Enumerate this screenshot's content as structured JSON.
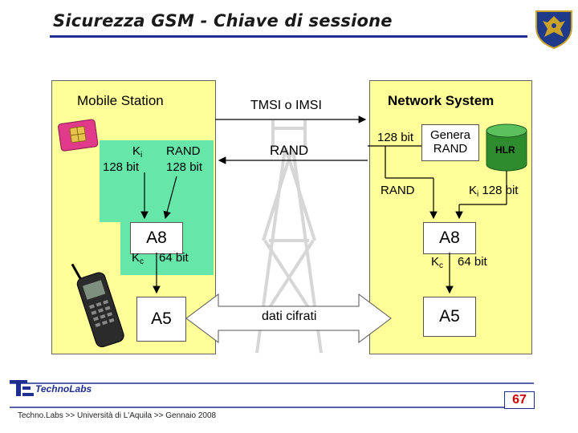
{
  "title": "Sicurezza GSM - Chiave di sessione",
  "mobile_station": {
    "label": "Mobile Station",
    "ki_label": "K",
    "ki_sub": "i",
    "ki_bits": "128 bit",
    "rand_label": "RAND",
    "rand_bits": "128 bit",
    "a8": "A8",
    "kc_label": "K",
    "kc_sub": "c",
    "kc_bits": "64 bit",
    "a5": "A5"
  },
  "network_system": {
    "label": "Network System",
    "genera": "Genera",
    "genera_rand": "RAND",
    "hlr": "HLR",
    "bits_128": "128 bit",
    "rand_label": "RAND",
    "ki_label": "K",
    "ki_sub": "i",
    "ki_bits": "128 bit",
    "a8": "A8",
    "kc_label": "K",
    "kc_sub": "c",
    "kc_bits": "64 bit",
    "a5": "A5"
  },
  "channel": {
    "tmsi": "TMSI o IMSI",
    "rand": "RAND",
    "dati": "dati cifrati"
  },
  "logo_text": "TechnoLabs",
  "footer": "Techno.Labs  >>  Università di L'Aquila  >>  Gennaio 2008",
  "page_number": "67",
  "colors": {
    "panel": "#ffff99",
    "green": "#66e6a8",
    "hlr": "#2e8b2e",
    "accent": "#1f2f8f"
  }
}
